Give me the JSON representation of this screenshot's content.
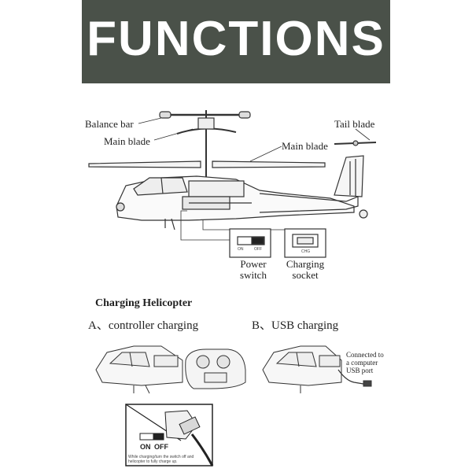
{
  "banner": {
    "title": "FUNCTIONS"
  },
  "labels": {
    "balance_bar": "Balance bar",
    "main_blade_left": "Main blade",
    "main_blade_right": "Main blade",
    "tail_blade": "Tail blade",
    "power_switch_line1": "Power",
    "power_switch_line2": "switch",
    "charging_socket_line1": "Charging",
    "charging_socket_line2": "socket",
    "switch_on": "ON",
    "switch_off": "OFF",
    "socket_chg": "CHG"
  },
  "charging": {
    "title": "Charging Helicopter",
    "option_a": "A、controller charging",
    "option_b": "B、USB charging",
    "usb_note_line1": "Connected to",
    "usb_note_line2": "a computer",
    "usb_note_line3": "USB port",
    "inset_on": "ON",
    "inset_off": "OFF",
    "inset_caption": "While charging/turn the switch off and helicopter to fully charge up."
  }
}
